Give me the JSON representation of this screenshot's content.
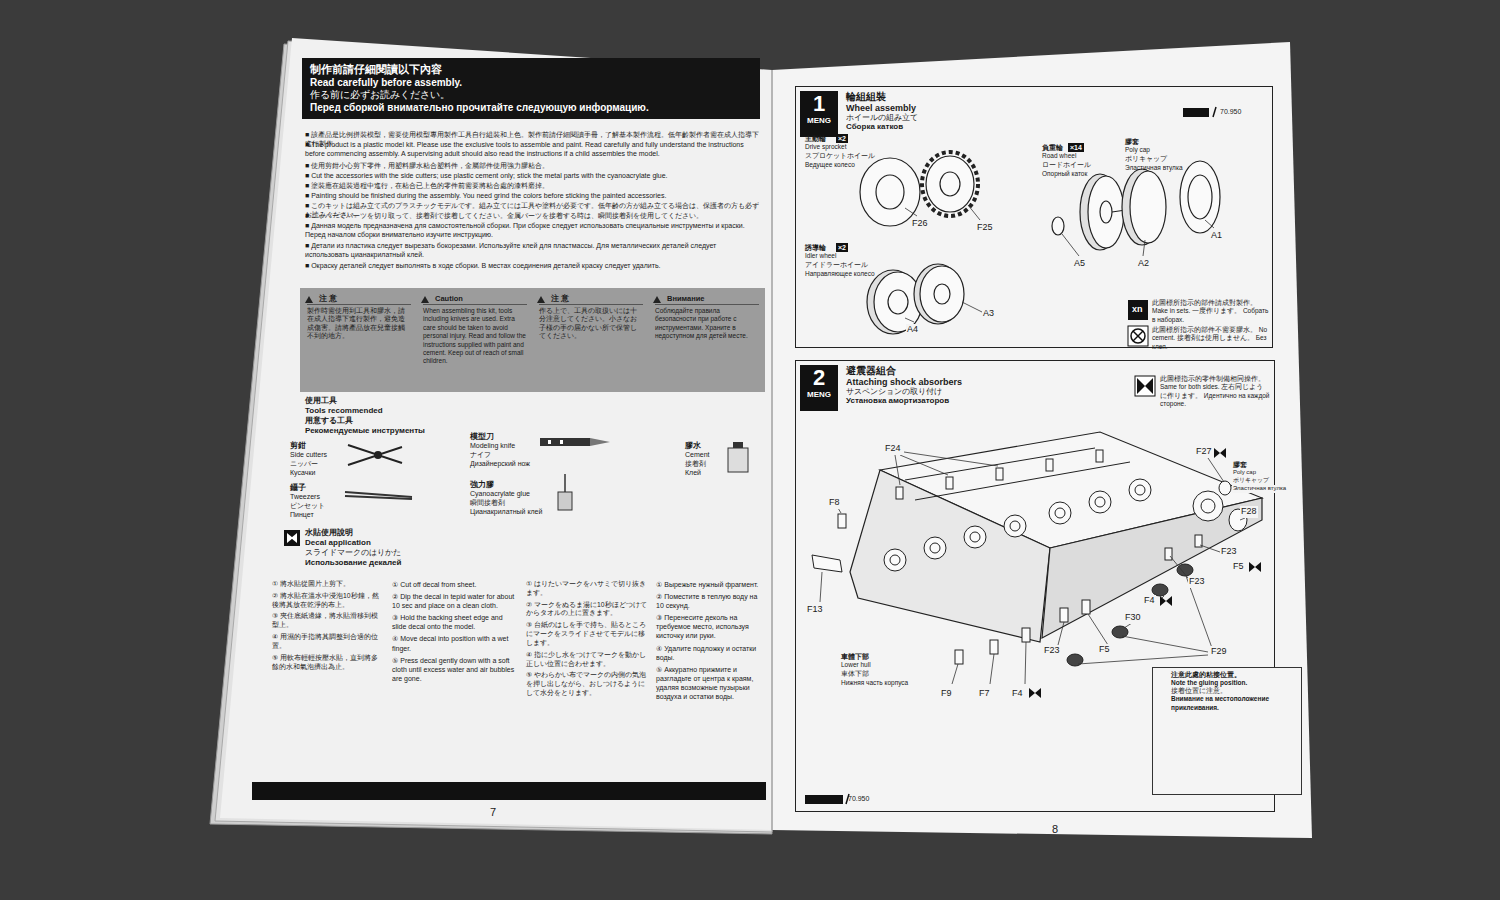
{
  "diagram": {
    "nodes": [
      {
        "text": [
          "制作前請仔細閱讀以下內容",
          "Read carefully before assembly.",
          "作る前に必ずお読みください。",
          "Перед сборкой внимательно прочитайте следующую информацию."
        ]
      },
      {
        "text": [
          "注 意",
          "製作時需使用到工具和膠水，請在成人指導下進行製作，避免造成傷害。請將產品放在兒童接觸不到的地方。"
        ]
      },
      {
        "text": [
          "Caution",
          "When assembling this kit, tools including knives are used. Extra care should be taken to avoid personal injury. Read and follow the instructions supplied with paint and cement. Keep out of reach of small children."
        ]
      },
      {
        "text": [
          "注 意",
          "作る上で、工具の取扱いには十分注意してください。小さなお子様の手の届かない所で保管してください。"
        ]
      },
      {
        "text": [
          "Внимание",
          "Соблюдайте правила безопасности при работе с инструментами. Храните в недоступном для детей месте."
        ]
      },
      {
        "text": [
          "輪組組裝",
          "Wheel assembly",
          "ホイールの組み立て",
          "Сборка катков"
        ]
      },
      {
        "text": [
          "1",
          "MENG"
        ],
        "in": 5
      },
      {
        "text": [
          "避震器組合",
          "Attaching shock absorbers",
          "サスペンションの取り付け",
          "Установка амортизаторов"
        ]
      },
      {
        "text": [
          "2",
          "MENG"
        ],
        "in": 7
      },
      {
        "text": [
          "注意此處的粘接位置。",
          "Note the gluing position.",
          "接着位置に注意。",
          "Внимание на местоположение приклеивания."
        ],
        "in": 7
      }
    ],
    "labels": [
      "■ 該產品是比例拼裝模型，需要使用模型專用製作工具自行組裝和上色。製作前請仔細閱讀手冊，了解基本製作流程。低年齡製作者需在成人指導下進行製作。",
      "■ The product is a plastic model kit. Please use the exclusive tools to assemble and paint. Read carefully and fully understand the instructions before commencing assembly. A supervising adult should also read the instructions if a child assembles the model.",
      "■ 使用剪鉗小心剪下零件，用塑料膠水粘合塑料件，金屬部件使用強力膠粘合。",
      "■ Cut the accessories with the side cutters; use plastic cement only; stick the metal parts with the cyanoacrylate glue.",
      "■ 塗裝應在組裝過程中進行，在粘合已上色的零件前需要將粘合處的漆料磨掉。",
      "■ Painting should be finished during the assembly. You need grind the colors before sticking the painted accessories.",
      "■ このキットは組み立て式のプラスチックモデルです。組み立てには工具や塗料が必要です。低年齢の方が組み立てる場合は、保護者の方も必ずお読みください。",
      "■ ニッパーでパーツを切り取って、接着剤で接着してください。金属パーツを接着する時は、瞬間接着剤を使用してください。",
      "■ Данная модель предназначена для самостоятельной сборки. При сборке следует использовать специальные инструменты и краски. Перед началом сборки внимательно изучите инструкцию.",
      "■ Детали из пластика следует вырезать бокорезами. Используйте клей для пластмассы. Для металлических деталей следует использовать цианакрилатный клей.",
      "■ Окраску деталей следует выполнять в ходе сборки. В местах соединения деталей краску следует удалить.",
      "使用工具",
      "Tools recommended",
      "用意する工具",
      "Рекомендуемые инструменты",
      "剪鉗",
      "Side cutters",
      "ニッパー",
      "Кусачки",
      "模型刀",
      "Modeling knife",
      "ナイフ",
      "Дизайнерский нож",
      "膠水",
      "Cement",
      "接着剤",
      "Клей",
      "鑷子",
      "Tweezers",
      "ピンセット",
      "Пинцет",
      "強力膠",
      "Cyanoacrylate glue",
      "瞬間接着剤",
      "Цианакрилатный клей",
      "水貼使用說明",
      "Decal application",
      "スライドマークのはりかた",
      "Использование декалей",
      "① 將水貼從圖片上剪下。",
      "② 將水貼在溫水中浸泡10秒鐘，然後將其放在乾淨的布上。",
      "③ 夾住底紙邊緣，將水貼滑移到模型上。",
      "④ 用濕的手指將其調整到合適的位置。",
      "⑤ 用軟布輕輕按壓水貼，直到將多餘的水和氣泡擠出為止。",
      "① Cut off decal from sheet.",
      "② Dip the decal in tepid water for about 10 sec and place on a clean cloth.",
      "③ Hold the backing sheet edge and slide decal onto the model.",
      "④ Move decal into position with a wet finger.",
      "⑤ Press decal gently down with a soft cloth until excess water and air bubbles are gone.",
      "① はりたいマークをハサミで切り抜きます。",
      "② マークをぬるま湯に10秒ほどつけてからタオルの上に置きます。",
      "③ 台紙のはしを手で持ち、貼るところにマークをスライドさせてモデルに移します。",
      "④ 指に少し水をつけてマークを動かし正しい位置に合わせます。",
      "⑤ やわらかい布でマークの内側の気泡を押し出しながら、おしつけるようにして水分をとります。",
      "① Вырежьте нужный фрагмент.",
      "② Поместите в теплую воду на 10 секунд.",
      "③ Перенесите деколь на требуемое место, используя кисточку или руки.",
      "④ Удалите подложку и остатки воды.",
      "⑤ Аккуратно прижмите и разгладьте от центра к краям, удаляя возможные пузырьки воздуха и остатки воды.",
      "7",
      "70.950",
      "主動輪",
      "Drive sprocket",
      "スプロケットホイール",
      "Ведущее колесо",
      "×2",
      "F26",
      "F25",
      "負重輪",
      "Road wheel",
      "ロードホイール",
      "Опорный каток",
      "×14",
      "膠套",
      "Poly cap",
      "ポリキャップ",
      "Эластичная втулка",
      "A1",
      "A2",
      "A5",
      "誘導輪",
      "Idler wheel",
      "アイドラーホイール",
      "Направляющее колесо",
      "×2",
      "A3",
      "A4",
      "F24",
      "F8",
      "F13",
      "F27",
      "膠套",
      "Poly cap",
      "ポリキャップ",
      "Эластичная втулка",
      "F28",
      "F23",
      "F23",
      "F5",
      "F4",
      "F30",
      "F5",
      "F23",
      "F29",
      "F4",
      "F9",
      "F7",
      "車體下部",
      "Lower hull",
      "車体下部",
      "Нижняя часть корпуса",
      "70.950",
      "8",
      "xn"
    ],
    "legend": [
      {
        "text": "此圖標所指示的部件請成對製作。 Make in sets. 一度作ります。 Собрать в наборах."
      },
      {
        "text": "此圖標所指示的部件不需要膠水。 No cement. 接着剤は使用しません。 Без клея."
      },
      {
        "text": "此圖標指示的零件制備相同操作。 Same for both sides. 左右同じように作ります。 Идентично на каждой стороне."
      }
    ]
  }
}
